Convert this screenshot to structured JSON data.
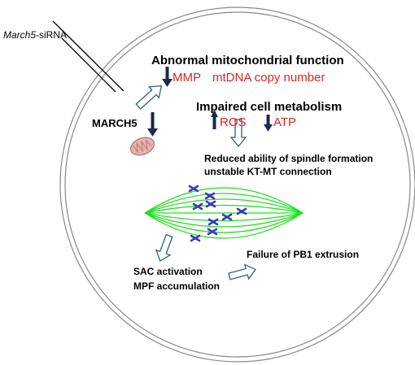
{
  "labels": {
    "sirna_prefix": "March5",
    "sirna_suffix": "-siRNA",
    "march5": "MARCH5",
    "abnormal_title": "Abnormal mitochondrial function",
    "mmp": "MMP",
    "mtdna": "mtDNA copy number",
    "impaired_title": "Impaired cell metabolism",
    "ros": "ROS",
    "atp": "ATP",
    "reduced_line1": "Reduced ability of spindle formation",
    "reduced_line2": "unstable KT-MT connection",
    "sac": "SAC activation",
    "mpf": "MPF accumulation",
    "failure": "Failure of PB1 extrusion"
  },
  "colors": {
    "text": "#000000",
    "highlight_red": "#e0231f",
    "spindle_green": "#22e022",
    "chromosome_blue": "#3a3ab8",
    "outline_arrow": "#2f5d8a",
    "dark_arrow": "#1a2a4a",
    "mitochondrion_pink": "#e8b3ae"
  }
}
